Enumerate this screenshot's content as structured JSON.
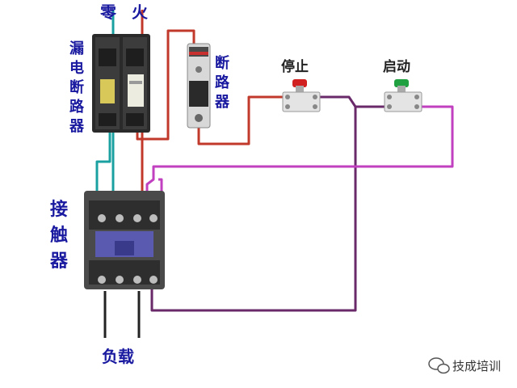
{
  "labels": {
    "neutral": "零",
    "live": "火",
    "rcd_breaker": [
      "漏",
      "电",
      "断",
      "路",
      "器"
    ],
    "breaker": [
      "断",
      "路",
      "器"
    ],
    "stop": "停止",
    "start": "启动",
    "contactor": [
      "接",
      "触",
      "器"
    ],
    "load": "负载"
  },
  "watermark": {
    "text": "技成培训"
  },
  "colors": {
    "neutral_wire": "#1aa0a0",
    "live_wire": "#c0392b",
    "control_wire": "#c040c0",
    "return_wire": "#6a2a6a",
    "label": "#1a1aa0",
    "stop_button": "#d02020",
    "start_button": "#20a040"
  },
  "icons": {
    "rcd_breaker": "residual-current-breaker-icon",
    "breaker": "miniature-breaker-icon",
    "stop_switch": "push-button-switch-icon",
    "start_switch": "push-button-switch-icon",
    "contactor": "contactor-icon",
    "watermark": "wechat-logo-icon"
  }
}
